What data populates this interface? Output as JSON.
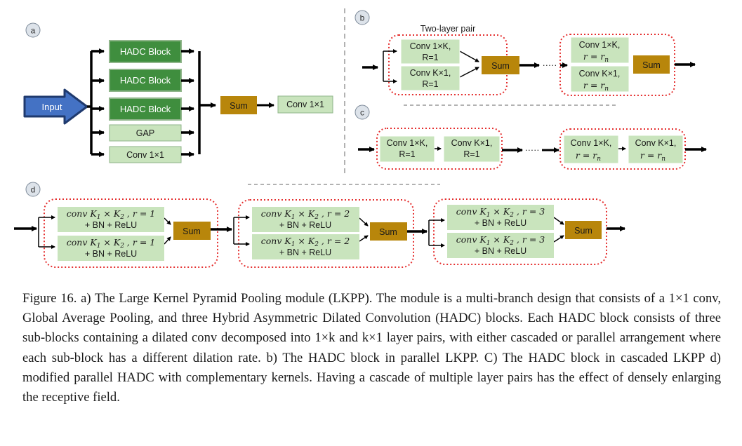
{
  "panels": {
    "a": {
      "label": "a",
      "input": "Input",
      "hadc": [
        "HADC Block",
        "HADC Block",
        "HADC Block"
      ],
      "gap": "GAP",
      "conv": "Conv 1×1",
      "sum": "Sum",
      "output_conv": "Conv 1×1"
    },
    "b": {
      "label": "b",
      "pair_title": "Two-layer pair",
      "pair1_top": [
        "Conv 1×K,",
        "R=1"
      ],
      "pair1_bottom": [
        "Conv K×1,",
        "R=1"
      ],
      "sum": "Sum",
      "dots": "·····",
      "pairn_top": "Conv 1×K,",
      "pairn_bottom": "Conv K×1,",
      "rate": "r = r",
      "rate_sub": "n"
    },
    "c": {
      "label": "c",
      "box1": [
        "Conv 1×K,",
        "R=1"
      ],
      "box2": [
        "Conv K×1,",
        "R=1"
      ],
      "dots": "·····",
      "box3": "Conv 1×K,",
      "box4": "Conv K×1,",
      "rate": "r = r",
      "rate_sub": "n"
    },
    "d": {
      "label": "d",
      "groups": [
        {
          "line1": "conv K",
          "x": " × K",
          "rate": " , r = 1",
          "line2": "+ BN + ReLU"
        },
        {
          "line1": "conv K",
          "x": " × K",
          "rate": " , r = 2",
          "line2": "+ BN + ReLU"
        },
        {
          "line1": "conv K",
          "x": " × K",
          "rate": " , r = 3",
          "line2": "+ BN + ReLU"
        }
      ],
      "sub1": "1",
      "sub2": "2",
      "sum": "Sum"
    }
  },
  "caption": "Figure 16. a) The Large Kernel Pyramid Pooling module (LKPP). The module is a multi-branch design that consists of a 1×1 conv, Global Average Pooling, and three Hybrid Asymmetric Dilated Convolution (HADC) blocks. Each HADC block consists of three sub-blocks containing a dilated conv decomposed into 1×k and k×1 layer pairs, with either cascaded or parallel arrangement where each sub-block has a different dilation rate. b) The HADC block in parallel LKPP. C) The HADC block in cascaded LKPP d) modified parallel HADC with complementary kernels. Having a cascade of multiple layer pairs has the effect of densely enlarging the receptive field.",
  "colors": {
    "green_dark": "#3f8e3e",
    "green_light": "#c9e4bd",
    "sum": "#b8860b",
    "input": "#4472c4",
    "red_dotted": "#e53030"
  }
}
